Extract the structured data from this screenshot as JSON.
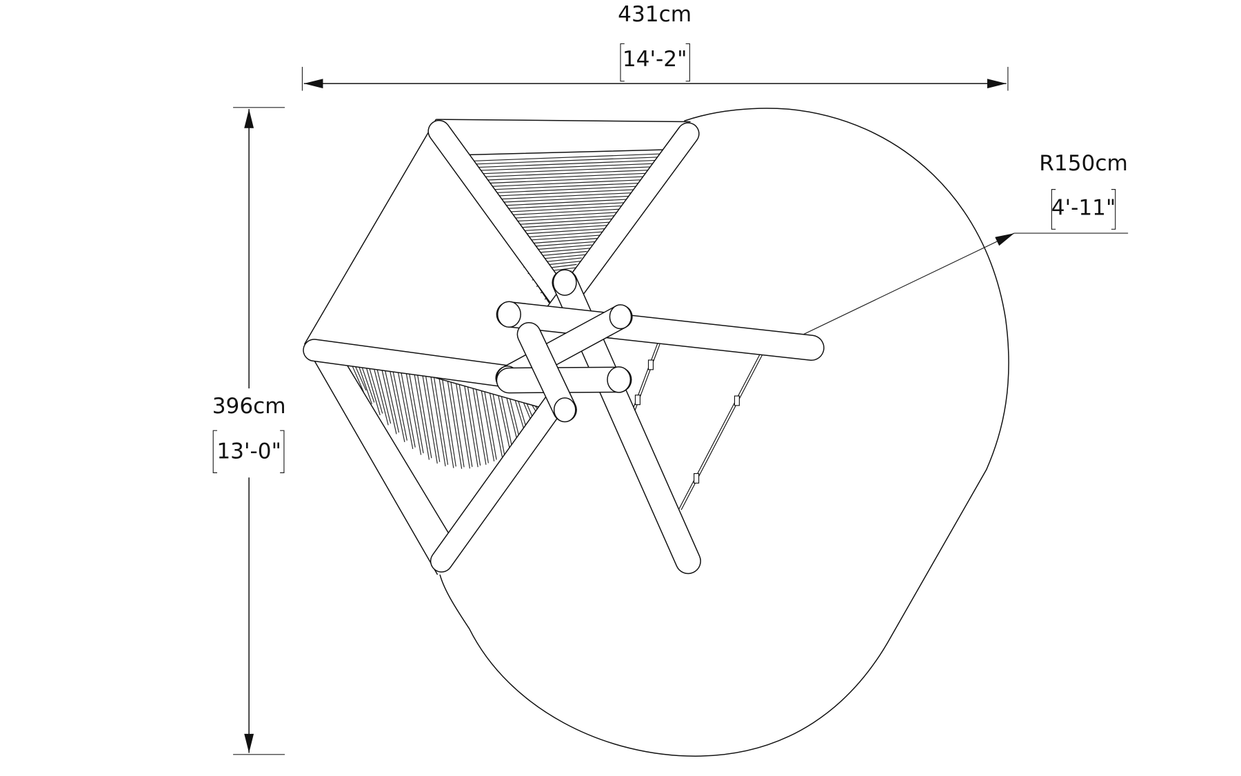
{
  "dimensions": {
    "width": {
      "metric": "431cm",
      "imperial": "14'-2\""
    },
    "height": {
      "metric": "396cm",
      "imperial": "13'-0\""
    },
    "radius": {
      "metric": "R150cm",
      "imperial": "4'-11\""
    }
  },
  "colors": {
    "line": "#111111",
    "background": "#ffffff"
  }
}
